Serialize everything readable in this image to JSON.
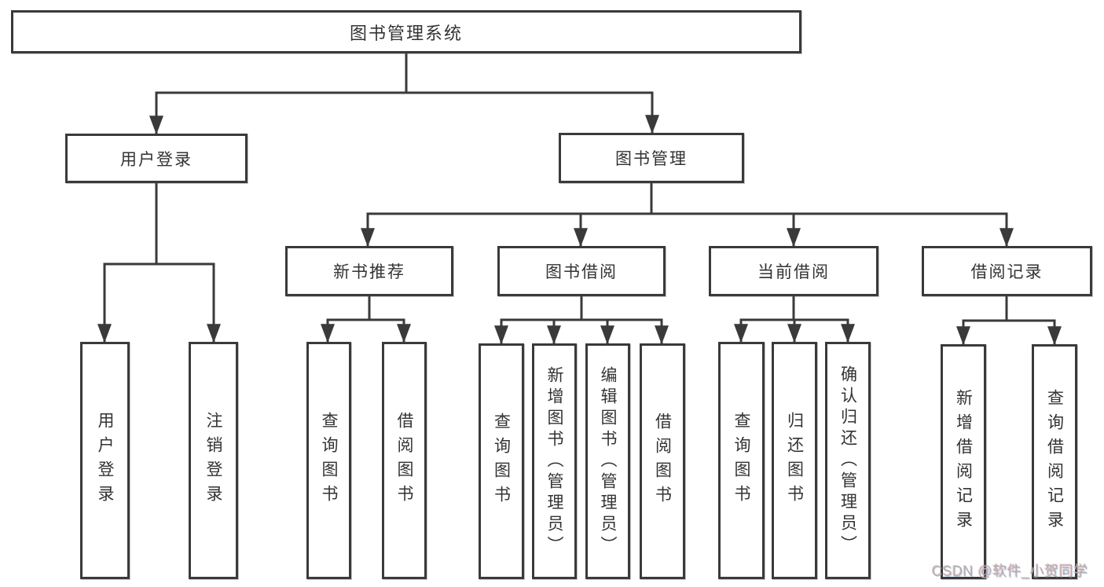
{
  "colors": {
    "line": "#3a3a3a",
    "box_border": "#3a3a3a",
    "text": "#333333",
    "watermark": "#b0b0b0",
    "background": "#ffffff"
  },
  "tree": {
    "label": "图书管理系统",
    "children": [
      {
        "label": "用户登录",
        "children": [
          {
            "label": "用户登录"
          },
          {
            "label": "注销登录"
          }
        ]
      },
      {
        "label": "图书管理",
        "children": [
          {
            "label": "新书推荐",
            "children": [
              {
                "label": "查询图书"
              },
              {
                "label": "借阅图书"
              }
            ]
          },
          {
            "label": "图书借阅",
            "children": [
              {
                "label": "查询图书"
              },
              {
                "label": "新增图书（管理员）"
              },
              {
                "label": "编辑图书（管理员）"
              },
              {
                "label": "借阅图书"
              }
            ]
          },
          {
            "label": "当前借阅",
            "children": [
              {
                "label": "查询图书"
              },
              {
                "label": "归还图书"
              },
              {
                "label": "确认归还（管理员）"
              }
            ]
          },
          {
            "label": "借阅记录",
            "children": [
              {
                "label": "新增借阅记录"
              },
              {
                "label": "查询借阅记录"
              }
            ]
          }
        ]
      }
    ]
  },
  "watermark": {
    "text": "CSDN @软件_小贺同学"
  }
}
